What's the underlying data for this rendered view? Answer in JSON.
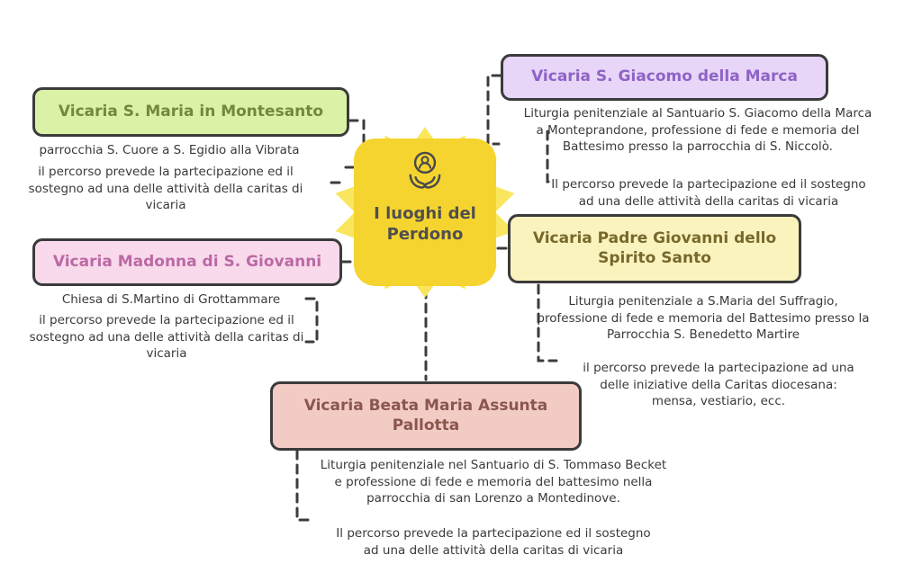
{
  "diagram_title": "I luoghi del Perdono",
  "connector_color": "#3c3c3c",
  "center": {
    "title": "I luoghi del Perdono",
    "icon": "person-in-hands-icon",
    "burst_color": "#f9e65e",
    "card_color": "#f5d42f",
    "title_color": "#4f4f4f"
  },
  "nodes": [
    {
      "title": "Vicaria S. Maria in Montesanto",
      "box_color": "#daf2a6",
      "title_color": "#74883a",
      "notes": [
        "parrocchia S. Cuore a S. Egidio alla Vibrata",
        "il percorso prevede la partecipazione ed il sostegno ad una delle attività della caritas di vicaria"
      ]
    },
    {
      "title": "Vicaria S. Giacomo della Marca",
      "box_color": "#e7d6f7",
      "title_color": "#8f63c6",
      "notes": [
        "Liturgia penitenziale al Santuario S. Giacomo della Marca a Monteprandone, professione di fede e memoria del Battesimo presso la parrocchia di S. Niccolò.",
        "Il percorso prevede la partecipazione ed il sostegno ad una delle attività della caritas di vicaria"
      ]
    },
    {
      "title": "Vicaria Madonna di S. Giovanni",
      "box_color": "#f9d9ec",
      "title_color": "#bb69a4",
      "notes": [
        "Chiesa di S.Martino di Grottammare",
        "il percorso prevede la partecipazione ed il sostegno ad una delle attività della caritas di vicaria"
      ]
    },
    {
      "title": "Vicaria Padre Giovanni dello Spirito Santo",
      "box_color": "#fbf3bd",
      "title_color": "#77682c",
      "notes": [
        "Liturgia penitenziale a S.Maria del Suffragio, professione di fede e memoria del Battesimo presso la Parrocchia S. Benedetto Martire",
        "il percorso prevede la partecipazione ad una delle iniziative della Caritas diocesana: mensa, vestiario, ecc."
      ]
    },
    {
      "title": "Vicaria Beata Maria Assunta Pallotta",
      "box_color": "#f3cbc5",
      "title_color": "#8a564e",
      "notes": [
        "Liturgia penitenziale nel Santuario di S. Tommaso Becket e professione di fede e memoria del battesimo nella parrocchia di san Lorenzo a Montedinove.",
        "Il percorso prevede la partecipazione ed il sostegno ad una delle attività della caritas di vicaria"
      ]
    }
  ]
}
